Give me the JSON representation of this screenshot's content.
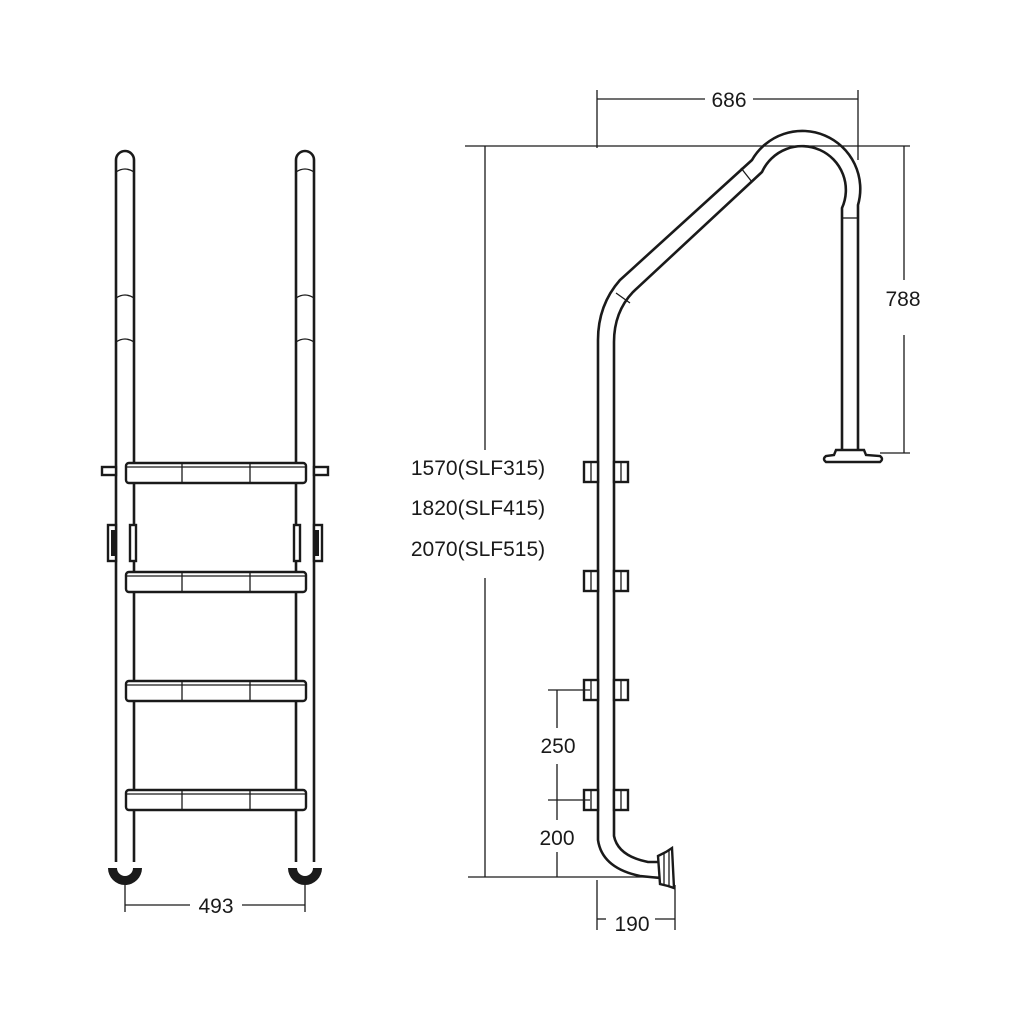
{
  "dimensions": {
    "front_width": "493",
    "rail_reach": "686",
    "rail_height": "788",
    "total_height_1": "1570(SLF315)",
    "total_height_2": "1820(SLF415)",
    "total_height_3": "2070(SLF515)",
    "step_spacing": "250",
    "bottom_height": "200",
    "foot_offset": "190"
  },
  "colors": {
    "line": "#1a1a1a",
    "background": "#ffffff"
  }
}
